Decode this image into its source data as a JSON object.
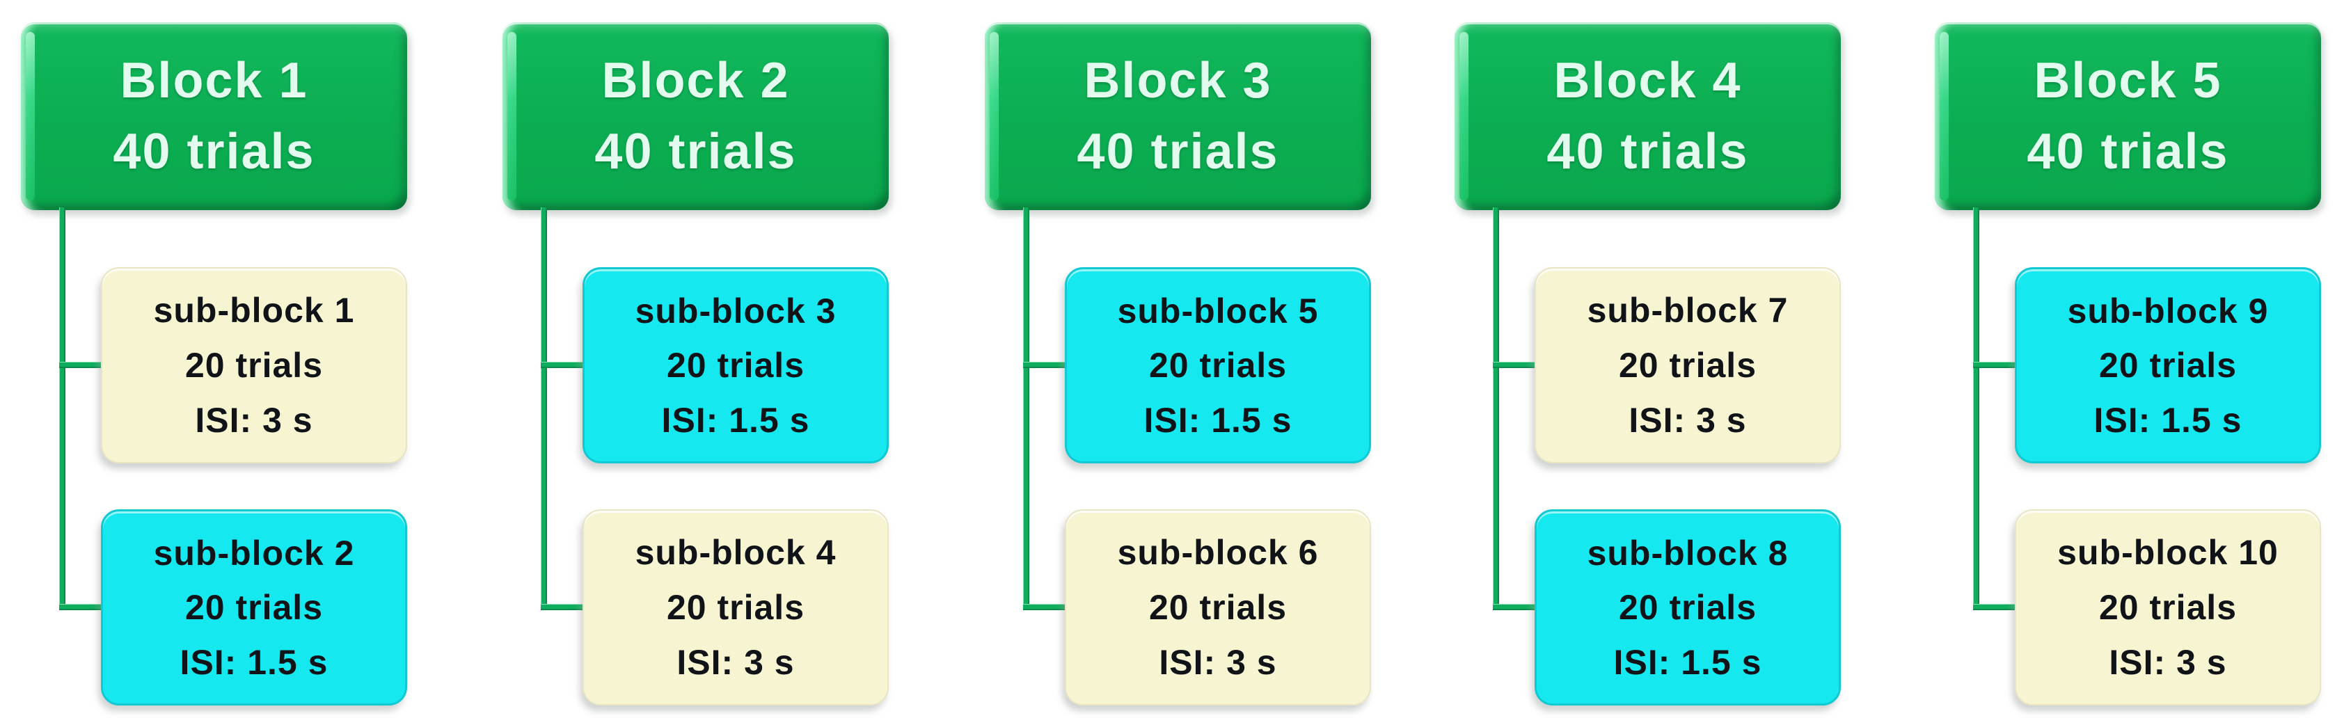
{
  "figure": {
    "background": "#ffffff",
    "colors": {
      "block_green": "#0cad52",
      "block_green_highlight": "#aef7d2",
      "block_green_dark": "#05813c",
      "block_text": "#e3fbee",
      "connector_green": "#0fae5e",
      "subblock_cyan": "#16e8ef",
      "subblock_cyan_border": "#10c9d3",
      "subblock_cream": "#f7f4d2",
      "subblock_cream_border": "#e9e5c4",
      "subblock_text": "#101418"
    },
    "blocks": [
      {
        "title": "Block 1",
        "trials": "40 trials",
        "sub_blocks": [
          {
            "name": "sub-block 1",
            "trials": "20 trials",
            "isi": "ISI: 3 s",
            "variant": "cream",
            "color": "#f7f4d2"
          },
          {
            "name": "sub-block 2",
            "trials": "20 trials",
            "isi": "ISI: 1.5 s",
            "variant": "cyan",
            "color": "#16e8ef"
          }
        ]
      },
      {
        "title": "Block 2",
        "trials": "40 trials",
        "sub_blocks": [
          {
            "name": "sub-block 3",
            "trials": "20 trials",
            "isi": "ISI: 1.5 s",
            "variant": "cyan",
            "color": "#16e8ef"
          },
          {
            "name": "sub-block 4",
            "trials": "20 trials",
            "isi": "ISI: 3 s",
            "variant": "cream",
            "color": "#f7f4d2"
          }
        ]
      },
      {
        "title": "Block 3",
        "trials": "40 trials",
        "sub_blocks": [
          {
            "name": "sub-block 5",
            "trials": "20 trials",
            "isi": "ISI: 1.5 s",
            "variant": "cyan",
            "color": "#16e8ef"
          },
          {
            "name": "sub-block 6",
            "trials": "20 trials",
            "isi": "ISI: 3 s",
            "variant": "cream",
            "color": "#f7f4d2"
          }
        ]
      },
      {
        "title": "Block 4",
        "trials": "40 trials",
        "sub_blocks": [
          {
            "name": "sub-block 7",
            "trials": "20 trials",
            "isi": "ISI: 3 s",
            "variant": "cream",
            "color": "#f7f4d2"
          },
          {
            "name": "sub-block 8",
            "trials": "20 trials",
            "isi": "ISI: 1.5 s",
            "variant": "cyan",
            "color": "#16e8ef"
          }
        ]
      },
      {
        "title": "Block 5",
        "trials": "40 trials",
        "sub_blocks": [
          {
            "name": "sub-block 9",
            "trials": "20 trials",
            "isi": "ISI: 1.5 s",
            "variant": "cyan",
            "color": "#16e8ef"
          },
          {
            "name": "sub-block 10",
            "trials": "20 trials",
            "isi": "ISI: 3 s",
            "variant": "cream",
            "color": "#f7f4d2"
          }
        ]
      }
    ]
  }
}
